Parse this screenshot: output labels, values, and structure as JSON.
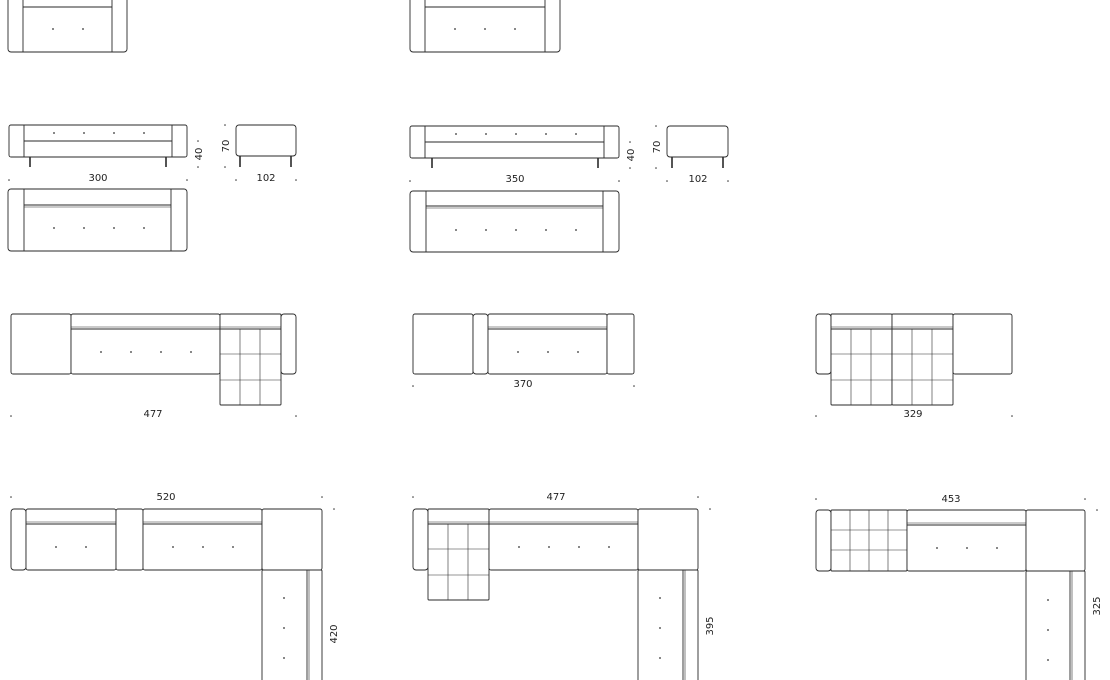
{
  "dimensions": {
    "sofa_a_length": "300",
    "sofa_a_height": "40",
    "stool_a_height": "70",
    "stool_a_width": "102",
    "sofa_b_length": "350",
    "sofa_b_height": "40",
    "stool_b_height": "70",
    "stool_b_width": "102",
    "chaise_left_width": "477",
    "sofa_row3_mid_width": "370",
    "chaise_right_width": "329",
    "corner_a_width": "520",
    "corner_a_depth": "420",
    "corner_b_width": "477",
    "corner_b_depth": "395",
    "corner_c_width": "453",
    "corner_c_depth": "325"
  },
  "colors": {
    "line": "#2a2a2a",
    "background": "#ffffff"
  }
}
